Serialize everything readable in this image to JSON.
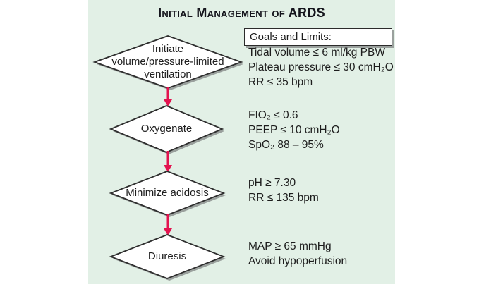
{
  "title": "Initial Management of ARDS",
  "goals_header": "Goals and Limits:",
  "colors": {
    "panel_bg": "#e2f0e6",
    "arrow": "#e3134f",
    "node_fill": "#ffffff",
    "node_border": "#2e2e2e",
    "node_shadow": "#9aa09d",
    "text": "#1d1d1d"
  },
  "flow": {
    "steps": [
      {
        "node_lines": [
          "Initiate",
          "volume/pressure-limited",
          "ventilation"
        ],
        "goals": [
          "Tidal volume ≤ 6 ml/kg PBW",
          "Plateau pressure ≤ 30 cmH₂O",
          "RR ≤ 35 bpm"
        ]
      },
      {
        "node_lines": [
          "Oxygenate"
        ],
        "goals": [
          "FIO₂ ≤ 0.6",
          "PEEP ≤ 10 cmH₂O",
          "SpO₂ 88 – 95%"
        ]
      },
      {
        "node_lines": [
          "Minimize acidosis"
        ],
        "goals": [
          "pH ≥ 7.30",
          "RR ≤ 135 bpm"
        ]
      },
      {
        "node_lines": [
          "Diuresis"
        ],
        "goals": [
          "MAP ≥ 65 mmHg",
          "Avoid hypoperfusion"
        ]
      }
    ]
  }
}
